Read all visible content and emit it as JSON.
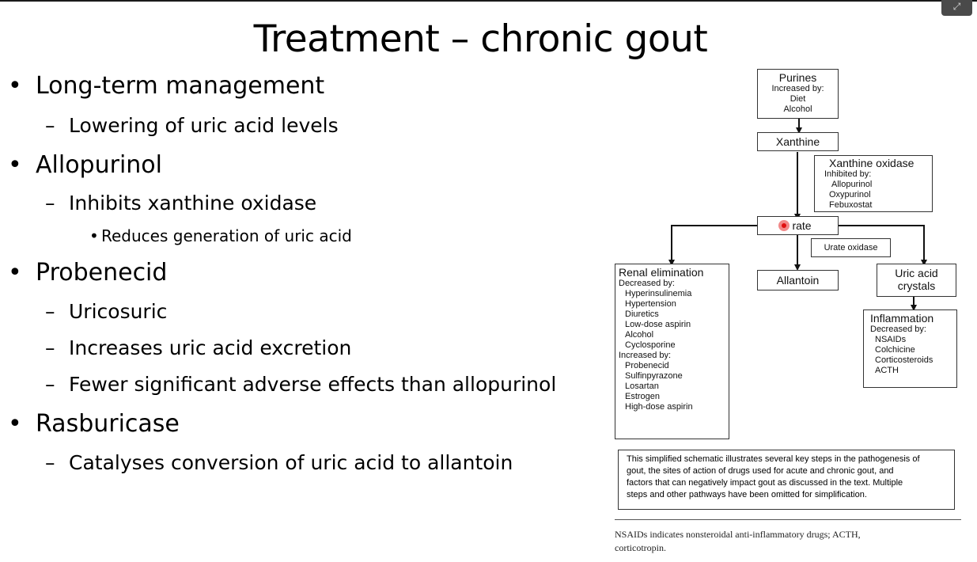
{
  "slide": {
    "title": "Treatment – chronic gout",
    "bullets": [
      {
        "text": "Long-term management"
      },
      {
        "text": "Lowering of uric acid levels"
      },
      {
        "text": "Allopurinol"
      },
      {
        "text": "Inhibits xanthine oxidase"
      },
      {
        "text": "Reduces generation of uric acid"
      },
      {
        "text": "Probenecid"
      },
      {
        "text": "Uricosuric"
      },
      {
        "text": "Increases uric acid excretion"
      },
      {
        "text": "Fewer significant adverse effects than allopurinol"
      },
      {
        "text": "Rasburicase"
      },
      {
        "text": "Catalyses conversion of uric acid to allantoin"
      }
    ]
  },
  "diagram": {
    "purines": {
      "title": "Purines",
      "lines": [
        "Increased by:",
        "Diet",
        "Alcohol"
      ]
    },
    "xanthine": "Xanthine",
    "xanthine_oxidase": {
      "title": "Xanthine oxidase",
      "label": "Inhibited by:",
      "items": [
        "Allopurinol",
        "Oxypurinol",
        "Febuxostat"
      ]
    },
    "urate": "rate",
    "urate_oxidase": "Urate oxidase",
    "allantoin": "Allantoin",
    "renal": {
      "title": "Renal elimination",
      "decreased_label": "Decreased by:",
      "decreased": [
        "Hyperinsulinemia",
        "Hypertension",
        "Diuretics",
        "Low-dose aspirin",
        "Alcohol",
        "Cyclosporine"
      ],
      "increased_label": "Increased by:",
      "increased": [
        "Probenecid",
        "Sulfinpyrazone",
        "Losartan",
        "Estrogen",
        "High-dose aspirin"
      ]
    },
    "crystals": {
      "line1": "Uric acid",
      "line2": "crystals"
    },
    "inflammation": {
      "title": "Inflammation",
      "label": "Decreased by:",
      "items": [
        "NSAIDs",
        "Colchicine",
        "Corticosteroids",
        "ACTH"
      ]
    },
    "note_lines": [
      "This simplified schematic illustrates several key steps in the pathogenesis of",
      "gout, the sites of action of drugs used for acute and chronic gout, and",
      "factors that can negatively impact gout as discussed in the text. Multiple",
      "steps and other pathways have been omitted for simplification."
    ],
    "footnote_lines": [
      "NSAIDs indicates nonsteroidal anti-inflammatory drugs; ACTH,",
      "corticotropin."
    ]
  },
  "icons": {
    "expand": "expand-icon",
    "cursor": "cursor-highlight-icon"
  },
  "colors": {
    "background": "#ffffff",
    "text": "#000000",
    "cursor": "#e01010"
  }
}
